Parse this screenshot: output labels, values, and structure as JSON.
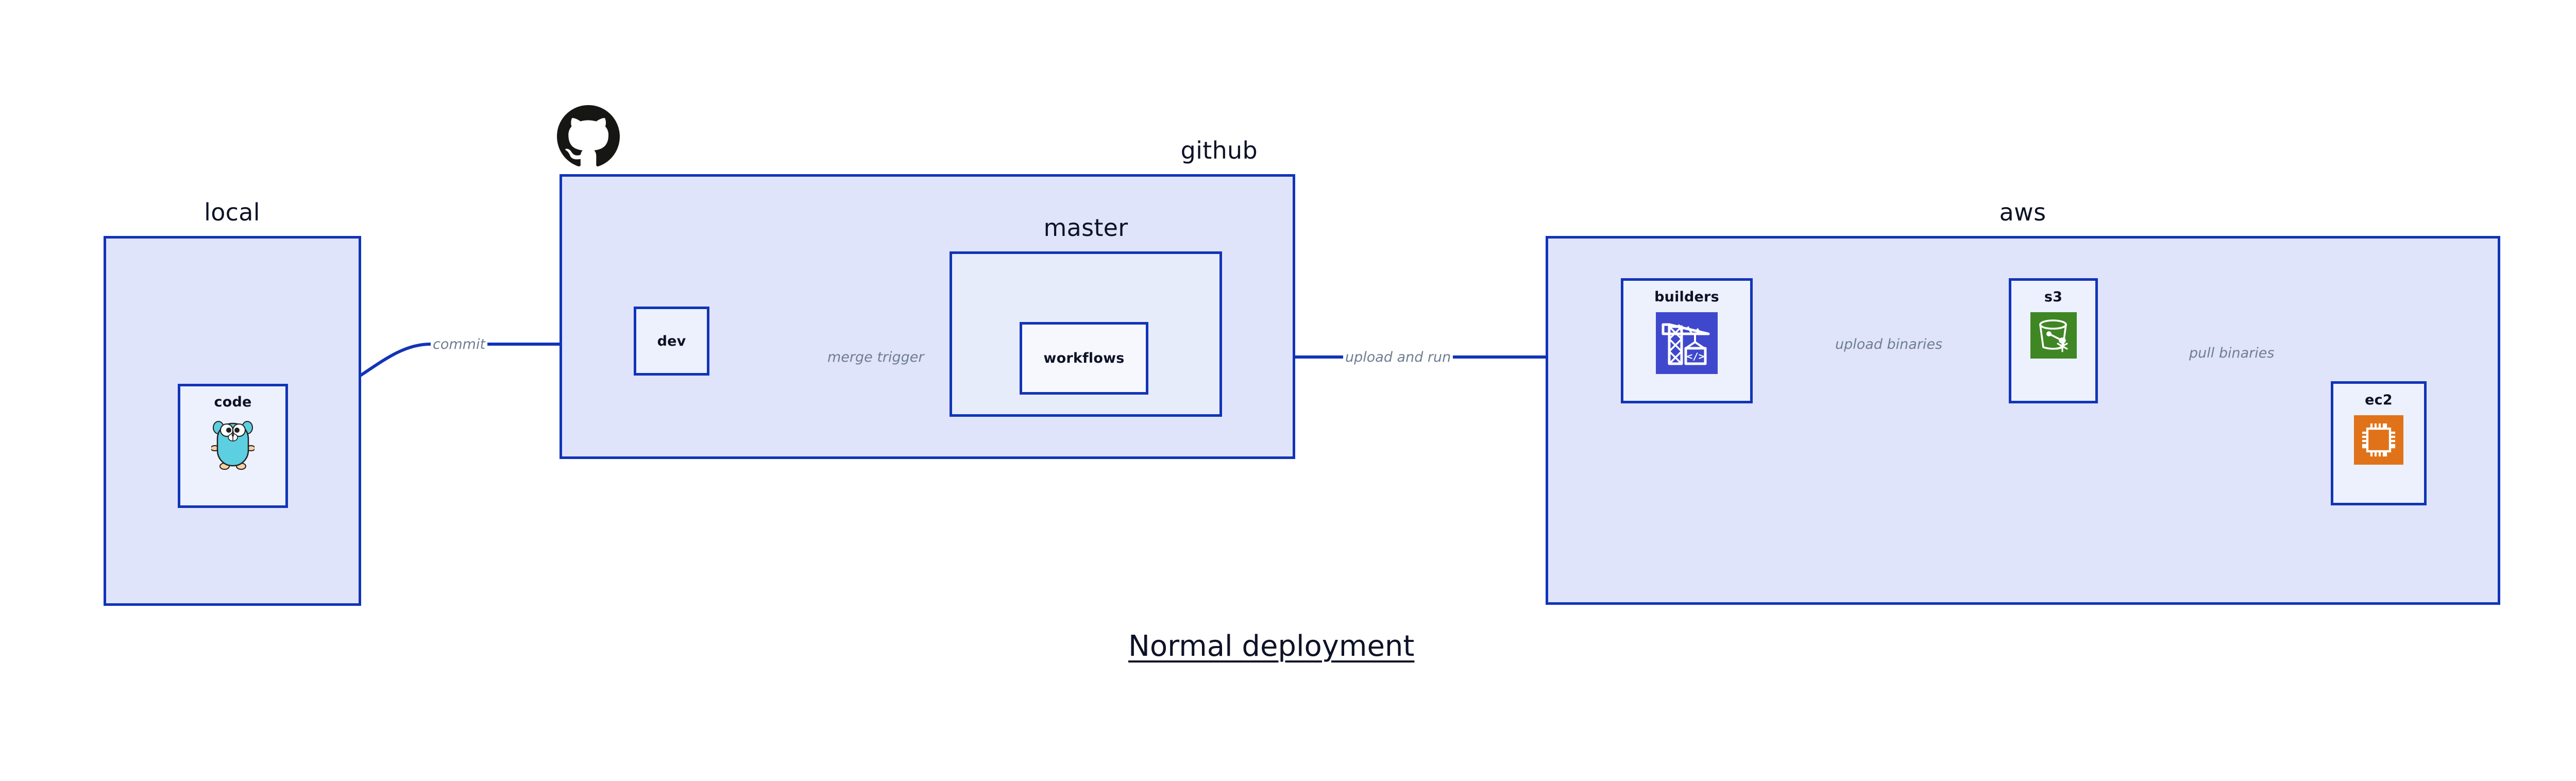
{
  "title": "Normal deployment",
  "colors": {
    "border_blue": "#1134b8",
    "group_fill": "#dfe4fa",
    "subgroup_fill": "#e7ecfb",
    "node_fill": "#edf1fd",
    "edge_label_gray": "#707d92",
    "text_navy": "#0d1226",
    "builders_icon_bg": "#3f48cc",
    "s3_icon_bg": "#3f8624",
    "ec2_icon_bg": "#e0731a",
    "gopher_body": "#5ccfe0",
    "github_logo_black": "#161614"
  },
  "groups": [
    {
      "id": "local",
      "label": "local",
      "label_align": "center"
    },
    {
      "id": "github",
      "label": "github",
      "label_align": "right"
    },
    {
      "id": "master",
      "label": "master",
      "label_align": "center"
    },
    {
      "id": "aws",
      "label": "aws",
      "label_align": "center"
    }
  ],
  "nodes": [
    {
      "id": "code",
      "label": "code",
      "icon": "go-gopher-icon"
    },
    {
      "id": "dev",
      "label": "dev",
      "icon": null
    },
    {
      "id": "workflows",
      "label": "workflows",
      "icon": null
    },
    {
      "id": "builders",
      "label": "builders",
      "icon": "aws-codebuild-crane-icon"
    },
    {
      "id": "s3",
      "label": "s3",
      "icon": "aws-s3-bucket-icon"
    },
    {
      "id": "ec2",
      "label": "ec2",
      "icon": "aws-ec2-chip-icon"
    }
  ],
  "edges": [
    {
      "id": "commit",
      "from": "code",
      "to": "dev",
      "label": "commit"
    },
    {
      "id": "merge-trigger",
      "from": "dev",
      "to": "workflows",
      "label": "merge trigger"
    },
    {
      "id": "upload-and-run",
      "from": "workflows",
      "to": "builders",
      "label": "upload and run"
    },
    {
      "id": "upload-binaries",
      "from": "builders",
      "to": "s3",
      "label": "upload binaries"
    },
    {
      "id": "pull-binaries",
      "from": "s3",
      "to": "ec2",
      "label": "pull binaries"
    }
  ],
  "logo": {
    "id": "github-logo",
    "name": "github-octocat-logo"
  }
}
